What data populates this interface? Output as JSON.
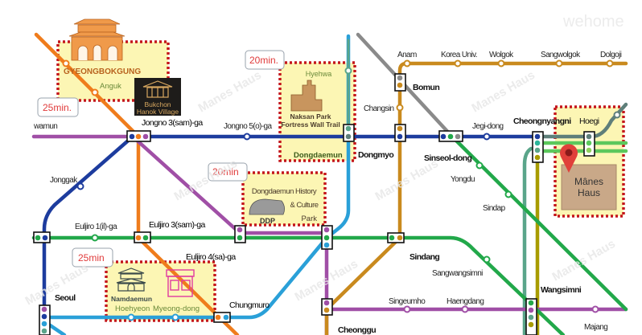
{
  "watermark": {
    "brand": "wehome",
    "overlay": "Manes Haus"
  },
  "colors": {
    "line1": "#1d3c9e",
    "line2": "#22a84a",
    "line3": "#ef7c1c",
    "line4": "#2aa0d8",
    "line5": "#a04fa6",
    "line6": "#c98a1e",
    "gyeongchun": "#8a8a8a",
    "jungang": "#5aa58a",
    "suin": "#a89c00",
    "highlight": "#c4161c"
  },
  "attractions": [
    {
      "name": "GYEONGBOKGUNG",
      "station": "Anguk",
      "time": "25min."
    },
    {
      "name": "Bukchon",
      "name2": "Hanok Village"
    },
    {
      "name": "Naksan Park",
      "name2": "Fortress Wall Trail",
      "station": "Hyehwa",
      "station2": "Dongdaemun",
      "time": "20min."
    },
    {
      "name": "Dongdaemun History",
      "name2": "& Culture",
      "name3": "Park",
      "short": "DDP",
      "time": "20min"
    },
    {
      "name": "Namdaemun",
      "station": "Hoehyeon",
      "station2": "Myeong-dong",
      "time": "25min"
    },
    {
      "name": "Mânes",
      "name2": "Haus"
    }
  ],
  "stations": {
    "gwanghwamun": "wamun",
    "jongno3": "Jongno 3(sam)-ga",
    "jongno5": "Jongno 5(o)-ga",
    "dongmyo": "Dongmyo",
    "changsin": "Changsin",
    "bomun": "Bomun",
    "anam": "Anam",
    "koreauniv": "Korea Univ.",
    "wolgok": "Wolgok",
    "sangwolgok": "Sangwolgok",
    "dolgoji": "Dolgoji",
    "sinseoldong": "Sinseol-dong",
    "jegidong": "Jegi-dong",
    "cheongnyangni": "Cheongnyangni",
    "hoegi": "Hoegi",
    "jonggak": "Jonggak",
    "euljiro1": "Euljiro 1(il)-ga",
    "euljiro3": "Euljiro 3(sam)-ga",
    "euljiro4": "Euljiro 4(sa)-ga",
    "yongdu": "Yongdu",
    "sindap": "Sindap",
    "sindang": "Sindang",
    "sangwangsimni": "Sangwangsimni",
    "seoul": "Seoul",
    "chungmuro": "Chungmuro",
    "singeumho": "Singeumho",
    "haengdang": "Haengdang",
    "wangsimni": "Wangsimni",
    "cheonggu": "Cheonggu",
    "majang": "Majang"
  }
}
